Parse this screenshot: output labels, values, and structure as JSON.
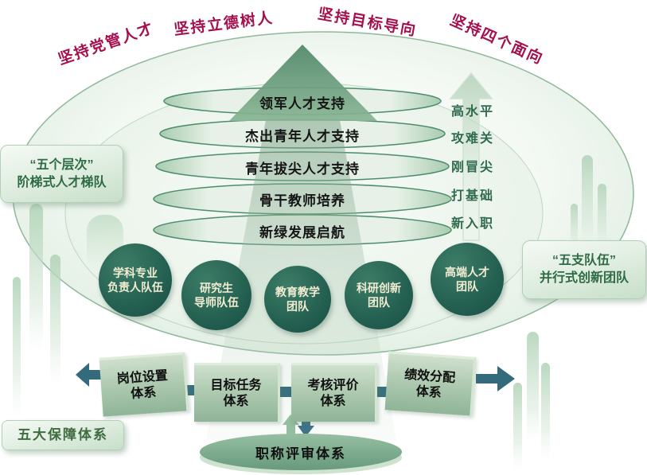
{
  "principles": [
    {
      "label": "坚持党管人才"
    },
    {
      "label": "坚持立德树人"
    },
    {
      "label": "坚持目标导向"
    },
    {
      "label": "坚持四个面向"
    }
  ],
  "levels": [
    {
      "label": "领军人才支持",
      "stage": "高水平"
    },
    {
      "label": "杰出青年人才支持",
      "stage": "攻难关"
    },
    {
      "label": "青年拔尖人才支持",
      "stage": "刚冒尖"
    },
    {
      "label": "骨干教师培养",
      "stage": "打基础"
    },
    {
      "label": "新绿发展启航",
      "stage": "新入职"
    }
  ],
  "left_badge": {
    "line1": "“五个层次”",
    "line2": "阶梯式人才梯队"
  },
  "right_badge": {
    "line1": "“五支队伍”",
    "line2": "并行式创新团队"
  },
  "teams": [
    {
      "line1": "学科专业",
      "line2": "负责人队伍"
    },
    {
      "line1": "研究生",
      "line2": "导师队伍"
    },
    {
      "line1": "教育教学",
      "line2": "团队"
    },
    {
      "line1": "科研创新",
      "line2": "团队"
    },
    {
      "line1": "高端人才",
      "line2": "团队"
    }
  ],
  "systems": [
    {
      "line1": "岗位设置",
      "line2": "体系"
    },
    {
      "line1": "目标任务",
      "line2": "体系"
    },
    {
      "line1": "考核评价",
      "line2": "体系"
    },
    {
      "line1": "绩效分配",
      "line2": "体系"
    }
  ],
  "bottom_badge": {
    "label": "五大保障体系"
  },
  "review_ellipse": {
    "label": "职称评审体系"
  },
  "colors": {
    "accent_red": "#a50f4d",
    "dark_green": "#2f6a4c",
    "circle_teal": "#245e4f",
    "arrow_teal": "#346d7f"
  }
}
